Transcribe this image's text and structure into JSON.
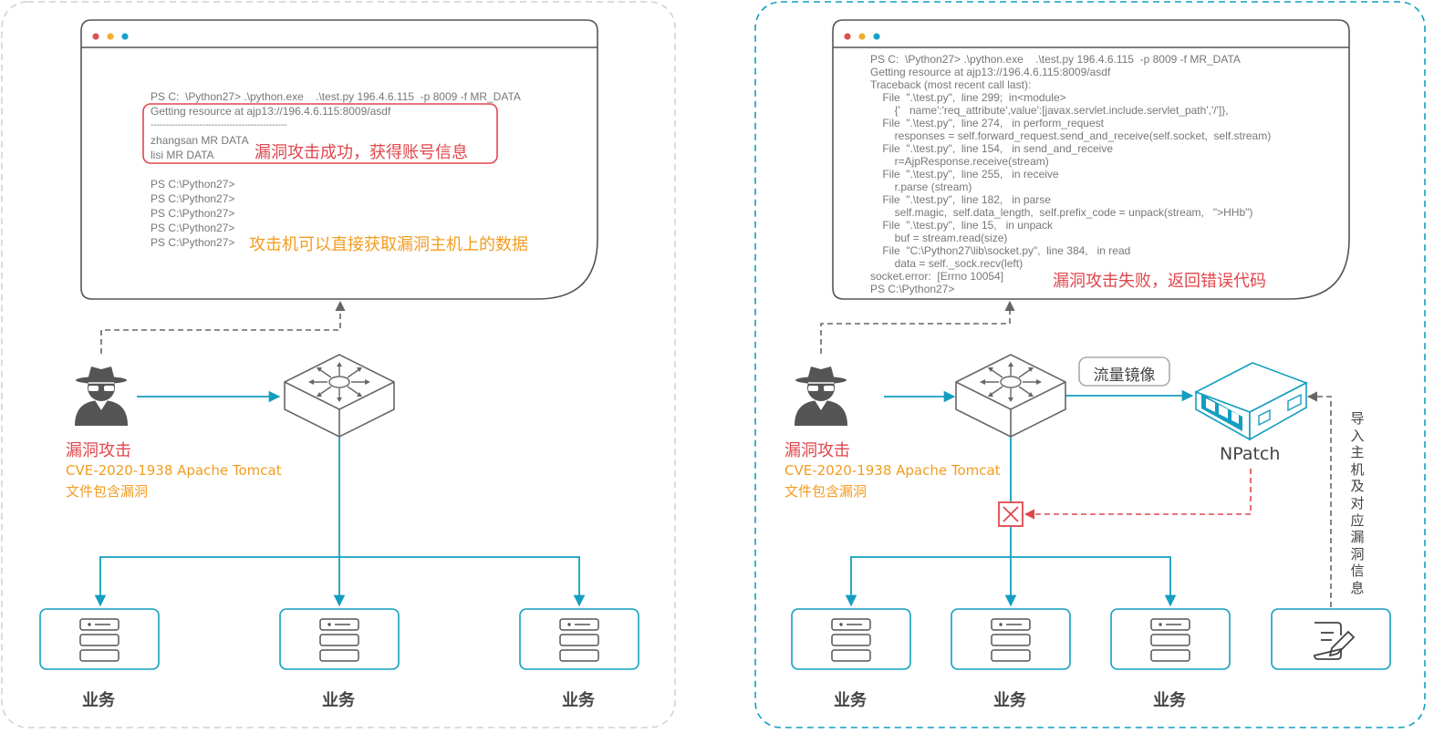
{
  "left_panel": {
    "terminal_lines": [
      "PS C:  \\Python27> .\\python.exe    .\\test.py 196.4.6.115  -p 8009 -f MR_DATA",
      "Getting resource at ajp13://196.4.6.115:8009/asdf",
      "---------------------------------------------",
      "zhangsan MR DATA",
      "lisi MR DATA"
    ],
    "prompt_lines": [
      "PS C:\\Python27>",
      "PS C:\\Python27>",
      "PS C:\\Python27>",
      "PS C:\\Python27>",
      "PS C:\\Python27>"
    ],
    "success_note": "漏洞攻击成功，获得账号信息",
    "access_note": "攻击机可以直接获取漏洞主机上的数据",
    "attack_title": "漏洞攻击",
    "cve_line1": "CVE-2020-1938 Apache Tomcat",
    "cve_line2": "文件包含漏洞",
    "services": [
      "业务",
      "业务",
      "业务"
    ]
  },
  "right_panel": {
    "terminal_lines": [
      "PS C:  \\Python27> .\\python.exe    .\\test.py 196.4.6.115  -p 8009 -f MR_DATA",
      "Getting resource at ajp13://196.4.6.115:8009/asdf",
      "Traceback (most recent call last):",
      "    File  \".\\test.py\",  line 299;  in<module>",
      "        {'   name':'req_attribute',value':[javax.servlet.include.servlet_path','/']},",
      "    File  \".\\test.py\",  line 274,   in perform_request",
      "        responses = self.forward_request.send_and_receive(self.socket,  self.stream)",
      "    File  \".\\test.py\",  line 154,   in send_and_receive",
      "        r=AjpResponse.receive(stream)",
      "    File  \".\\test.py\",  line 255,   in receive",
      "        r.parse (stream)",
      "    File  \".\\test.py\",  line 182,   in parse",
      "        self.magic,  self.data_length,  self.prefix_code = unpack(stream,   \">HHb\")",
      "    File  \".\\test.py\",  line 15,   in unpack",
      "        buf = stream.read(size)",
      "    File  \"C:\\Python27\\lib\\socket.py\",  line 384,   in read",
      "        data = self._sock.recv(left)",
      "socket.error:  [Errno 10054]",
      "PS C:\\Python27>"
    ],
    "fail_note": "漏洞攻击失败，返回错误代码",
    "mirror_label": "流量镜像",
    "npatch_label": "NPatch",
    "import_note": "导入主机及对应漏洞信息",
    "attack_title": "漏洞攻击",
    "cve_line1": "CVE-2020-1938 Apache Tomcat",
    "cve_line2": "文件包含漏洞",
    "services": [
      "业务",
      "业务",
      "业务"
    ]
  },
  "colors": {
    "teal": "#139ec0",
    "red": "#e0464c",
    "orange": "#f39c1f",
    "gray": "#666666",
    "dot_red": "#d9534f",
    "dot_yellow": "#f0ad2e",
    "dot_teal": "#17a2c8"
  },
  "icons": [
    "hacker-icon",
    "switch-icon",
    "server-icon",
    "npatch-appliance-icon",
    "block-icon",
    "document-edit-icon"
  ]
}
